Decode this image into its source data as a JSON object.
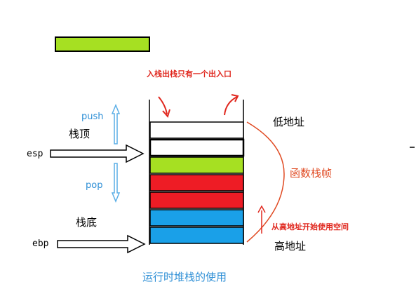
{
  "labels": {
    "push": "push",
    "pop": "pop",
    "stack_top": "栈顶",
    "stack_bottom": "栈底",
    "esp": "esp",
    "ebp": "ebp",
    "low_addr": "低地址",
    "high_addr": "高地址",
    "single_entry_note": "入栈出栈只有一个出入口",
    "function_frame": "函数栈帧",
    "high_to_low_note": "从高地址开始使用空间",
    "caption": "运行时堆栈的使用"
  },
  "colors": {
    "green": "#a6e022",
    "red": "#ee1c25",
    "blue": "#1aa0e8",
    "white": "#ffffff",
    "note_red": "#e0271e",
    "frame_orange": "#e04a22",
    "push_pop_blue": "#2e8fd6",
    "arrow_blue": "#5aaee6"
  },
  "stack_cells": [
    {
      "color": "white"
    },
    {
      "color": "white"
    },
    {
      "color": "green"
    },
    {
      "color": "red"
    },
    {
      "color": "red"
    },
    {
      "color": "blue"
    },
    {
      "color": "blue"
    }
  ]
}
